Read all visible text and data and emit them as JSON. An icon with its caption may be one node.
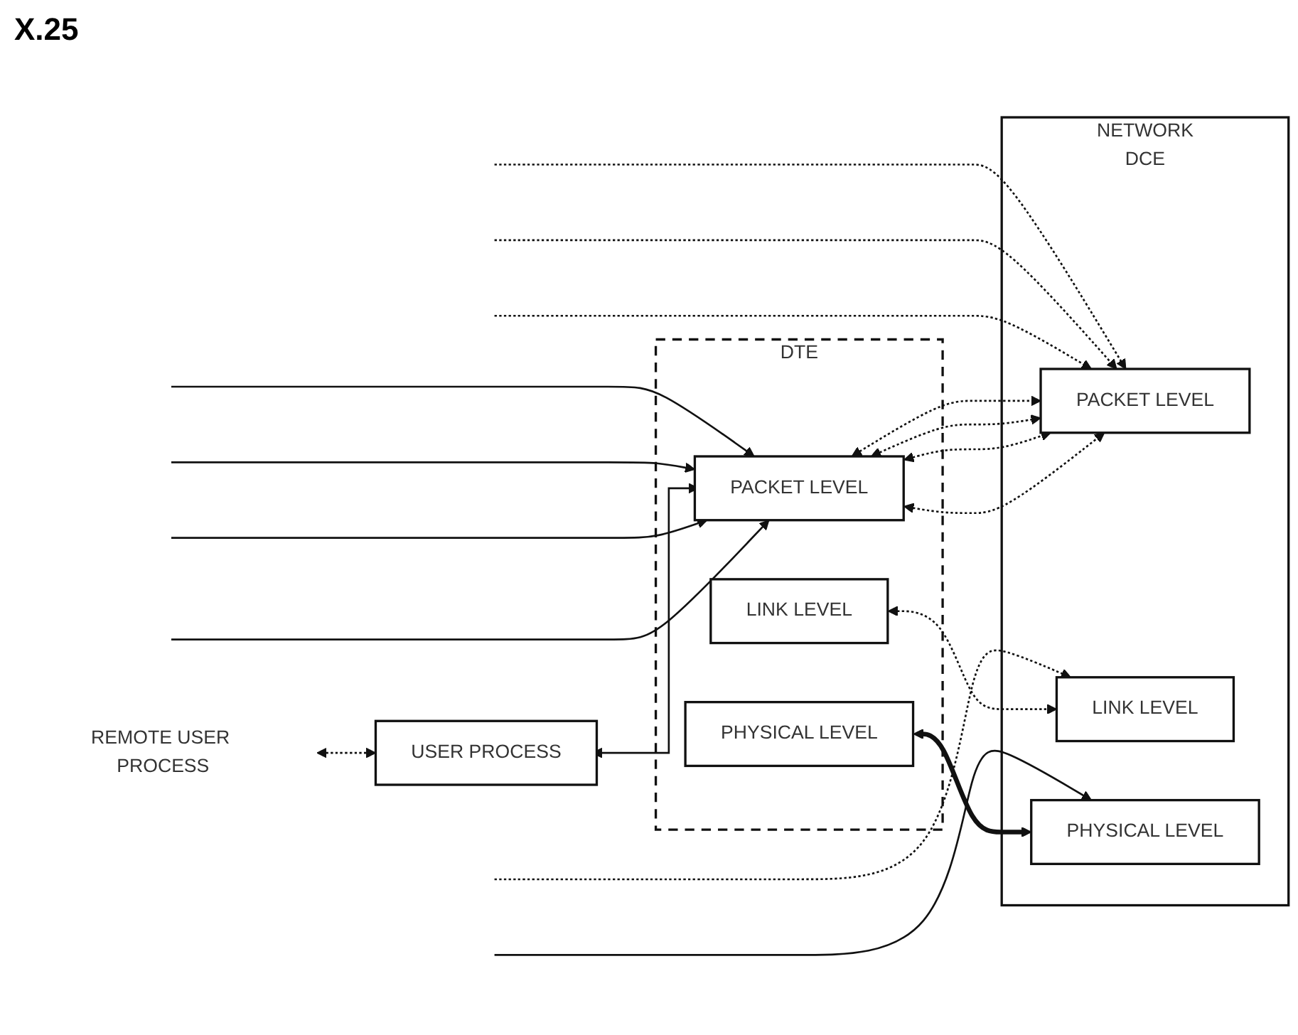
{
  "diagram": {
    "nodes": [
      {
        "text": [
          "USER PROCESS"
        ]
      },
      {
        "text": [
          "DTE"
        ]
      },
      {
        "text": [
          "PACKET LEVEL"
        ],
        "in": 1
      },
      {
        "text": [
          "LINK LEVEL"
        ],
        "in": 1
      },
      {
        "text": [
          "PHYSICAL LEVEL"
        ],
        "in": 1
      },
      {
        "text": [
          "NETWORK",
          "DCE"
        ]
      },
      {
        "text": [
          "PACKET LEVEL"
        ],
        "in": 5
      },
      {
        "text": [
          "LINK LEVEL"
        ],
        "in": 5
      },
      {
        "text": [
          "PHYSICAL LEVEL"
        ],
        "in": 5
      },
      {
        "text": [
          "REMOTE USER PROCESS"
        ]
      }
    ],
    "edges": [
      {
        "from": 9,
        "to": 0,
        "arrow": "both",
        "style": "dashed"
      },
      {
        "from": 0,
        "to": 2,
        "arrow": "both"
      },
      {
        "from": null,
        "to": 2,
        "arrow": "to"
      },
      {
        "from": null,
        "to": 2,
        "arrow": "to"
      },
      {
        "from": null,
        "to": 2,
        "arrow": "to"
      },
      {
        "from": null,
        "to": 2,
        "arrow": "to"
      },
      {
        "from": 2,
        "to": 6,
        "arrow": "both",
        "style": "dashed"
      },
      {
        "from": 2,
        "to": 6,
        "arrow": "both",
        "style": "dashed"
      },
      {
        "from": 2,
        "to": 6,
        "arrow": "both",
        "style": "dashed"
      },
      {
        "from": 2,
        "to": 6,
        "arrow": "both",
        "style": "dashed"
      },
      {
        "from": null,
        "to": 6,
        "arrow": "to",
        "style": "dashed"
      },
      {
        "from": null,
        "to": 6,
        "arrow": "to",
        "style": "dashed"
      },
      {
        "from": null,
        "to": 6,
        "arrow": "to",
        "style": "dashed"
      },
      {
        "from": 3,
        "to": 7,
        "arrow": "both",
        "style": "dashed"
      },
      {
        "from": null,
        "to": 7,
        "arrow": "to",
        "style": "dashed"
      },
      {
        "from": 4,
        "to": 8,
        "arrow": "both",
        "style": "thick"
      },
      {
        "from": null,
        "to": 8,
        "arrow": "to"
      }
    ],
    "labels": [
      "X.25"
    ]
  }
}
